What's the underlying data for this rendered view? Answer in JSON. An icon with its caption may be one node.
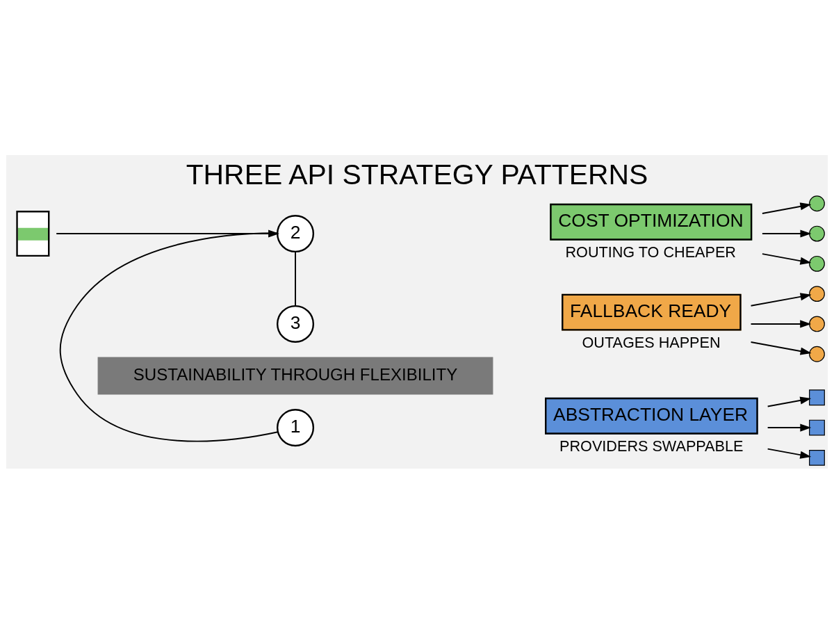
{
  "diagram": {
    "title": "THREE API STRATEGY PATTERNS",
    "caption": "SUSTAINABILITY THROUGH FLEXIBILITY",
    "nodes": [
      {
        "text": [],
        "shape": "box"
      },
      {
        "text": [
          "1"
        ]
      },
      {
        "text": [
          "2"
        ]
      },
      {
        "text": [
          "3"
        ]
      },
      {
        "text": [
          "ABSTRACTION LAYER"
        ],
        "beside": [
          "PROVIDERS SWAPPABLE"
        ]
      },
      {
        "text": [
          "COST OPTIMIZATION"
        ],
        "beside": [
          "ROUTING TO CHEAPER"
        ]
      },
      {
        "text": [
          "FALLBACK READY"
        ],
        "beside": [
          "OUTAGES HAPPEN"
        ]
      },
      {
        "text": [],
        "shape": "box"
      },
      {
        "text": [],
        "shape": "box"
      },
      {
        "text": [],
        "shape": "box"
      },
      {
        "text": [],
        "shape": "circle"
      },
      {
        "text": [],
        "shape": "circle"
      },
      {
        "text": [],
        "shape": "circle"
      },
      {
        "text": [],
        "shape": "circle"
      },
      {
        "text": [],
        "shape": "circle"
      },
      {
        "text": [],
        "shape": "circle"
      }
    ],
    "edges": [
      {
        "from": 0,
        "to": 2,
        "arrow": "to"
      },
      {
        "from": 1,
        "to": 2,
        "arrow": "none"
      },
      {
        "from": 2,
        "to": 3,
        "arrow": "none"
      },
      {
        "from": 4,
        "to": 7,
        "arrow": "to"
      },
      {
        "from": 4,
        "to": 8,
        "arrow": "to"
      },
      {
        "from": 4,
        "to": 9,
        "arrow": "to"
      },
      {
        "from": 5,
        "to": 10,
        "arrow": "to"
      },
      {
        "from": 5,
        "to": 11,
        "arrow": "to"
      },
      {
        "from": 5,
        "to": 12,
        "arrow": "to"
      },
      {
        "from": 6,
        "to": 13,
        "arrow": "to"
      },
      {
        "from": 6,
        "to": 14,
        "arrow": "to"
      },
      {
        "from": 6,
        "to": 15,
        "arrow": "to"
      }
    ]
  }
}
